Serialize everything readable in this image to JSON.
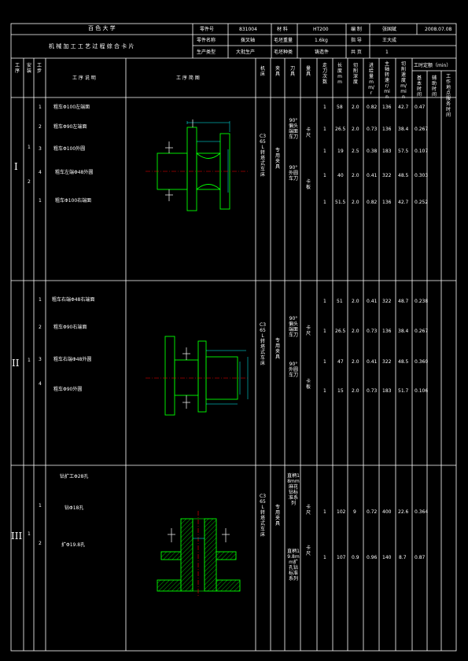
{
  "header": {
    "school": "百 色 大 学",
    "card_title": "机 械 加 工 工 艺 过 程 综 合 卡 片",
    "labels": {
      "part_no": "零件号",
      "material": "材 料",
      "drawn": "编 制",
      "part_name": "零件名称",
      "blank_weight": "毛坯重量",
      "check": "指 导",
      "production": "生产类型",
      "blank_type": "毛坯种类",
      "total": "共 页"
    },
    "values": {
      "part_no": "831004",
      "material": "HT200",
      "drawn_by": "张国斌",
      "date": "2008.07.08",
      "part_name": "拨叉轴",
      "blank_weight": "1.6kg",
      "checker": "王大成",
      "production": "大批生产",
      "blank_type": "铸造件",
      "page": "1"
    }
  },
  "columns": {
    "process": "工序",
    "install": "安装",
    "step": "工步",
    "description": "工 序 说 明",
    "sketch": "工 序 简 图",
    "machine": "机床",
    "fixture": "夹具",
    "tool": "刀具",
    "gauge": "量具",
    "passes": "走刀次数",
    "length": "长度mm",
    "depth": "切削深度",
    "feed": "进给量mm/r",
    "speed": "主轴转速r/min",
    "cut_speed": "切削速度m/min",
    "time_quota": "工时定额（min）",
    "base_time": "基本时间",
    "aux_time": "辅助时间",
    "other_time": "工作地点服务时间"
  },
  "sections": [
    {
      "process": "I",
      "install": [
        "1",
        "2"
      ],
      "steps": [
        {
          "no": "1",
          "desc": "粗车Φ100左端面",
          "passes": "1",
          "length": "58",
          "depth": "2.0",
          "feed": "0.82",
          "speed": "136",
          "cut_speed": "42.7",
          "time": "0.47"
        },
        {
          "no": "2",
          "desc": "粗车Φ90左端面",
          "passes": "1",
          "length": "26.5",
          "depth": "2.0",
          "feed": "0.73",
          "speed": "136",
          "cut_speed": "38.4",
          "time": "0.267"
        },
        {
          "no": "3",
          "desc": "粗车Φ100外圆",
          "passes": "1",
          "length": "19",
          "depth": "2.5",
          "feed": "0.38",
          "speed": "183",
          "cut_speed": "57.5",
          "time": "0.107"
        },
        {
          "no": "4",
          "desc": "粗车左端Φ48外圆",
          "passes": "1",
          "length": "40",
          "depth": "2.0",
          "feed": "0.41",
          "speed": "322",
          "cut_speed": "48.5",
          "time": "0.303"
        },
        {
          "no": "1",
          "desc": "粗车Φ100右端面",
          "passes": "1",
          "length": "51.5",
          "depth": "2.0",
          "feed": "0.82",
          "speed": "136",
          "cut_speed": "42.7",
          "time": "0.252"
        }
      ],
      "machine": "C365L转塔式车床",
      "fixture": "专用夹具",
      "tool": [
        "90°偏头端面车刀",
        "90°外圆车刀"
      ],
      "gauge": [
        "卡尺",
        "卡板"
      ]
    },
    {
      "process": "II",
      "install": [
        "1"
      ],
      "steps": [
        {
          "no": "1",
          "desc": "粗车右端Φ48右端面",
          "passes": "1",
          "length": "51",
          "depth": "2.0",
          "feed": "0.41",
          "speed": "322",
          "cut_speed": "48.7",
          "time": "0.238"
        },
        {
          "no": "2",
          "desc": "粗车Φ90右端面",
          "passes": "1",
          "length": "26.5",
          "depth": "2.0",
          "feed": "0.73",
          "speed": "136",
          "cut_speed": "38.4",
          "time": "0.267"
        },
        {
          "no": "3",
          "desc": "粗车右端Φ48外圆",
          "passes": "1",
          "length": "47",
          "depth": "2.0",
          "feed": "0.41",
          "speed": "322",
          "cut_speed": "48.5",
          "time": "0.360"
        },
        {
          "no": "4",
          "desc": "粗车Φ90外圆",
          "passes": "1",
          "length": "15",
          "depth": "2.0",
          "feed": "0.73",
          "speed": "183",
          "cut_speed": "51.7",
          "time": "0.106"
        }
      ],
      "machine": "C365L转塔式车床",
      "fixture": "专用夹具",
      "tool": [
        "90°偏头端面车刀",
        "90°外圆车刀"
      ],
      "gauge": [
        "卡尺",
        "卡板"
      ]
    },
    {
      "process": "III",
      "install": [
        "1"
      ],
      "steps": [
        {
          "no": "",
          "desc": "钻扩工Φ28孔",
          "passes": "",
          "length": "",
          "depth": "",
          "feed": "",
          "speed": "",
          "cut_speed": "",
          "time": ""
        },
        {
          "no": "1",
          "desc": "钻Φ18孔",
          "passes": "1",
          "length": "102",
          "depth": "9",
          "feed": "0.72",
          "speed": "400",
          "cut_speed": "22.6",
          "time": "0.364"
        },
        {
          "no": "2",
          "desc": "扩Φ19.8孔",
          "passes": "1",
          "length": "107",
          "depth": "0.9",
          "feed": "0.96",
          "speed": "140",
          "cut_speed": "8.7",
          "time": "0.87"
        }
      ],
      "machine": "C365L转塔式车床",
      "fixture": "专用夹具",
      "tool": [
        "直柄18mm麻花钻标准系列",
        "直柄19.8mm扩孔钻标准系列"
      ],
      "gauge": [
        "卡尺",
        "卡尺"
      ]
    }
  ],
  "colors": {
    "line": "#ffffff",
    "part": "#00ff00",
    "center": "#ff0000",
    "dim": "#00ffff"
  }
}
